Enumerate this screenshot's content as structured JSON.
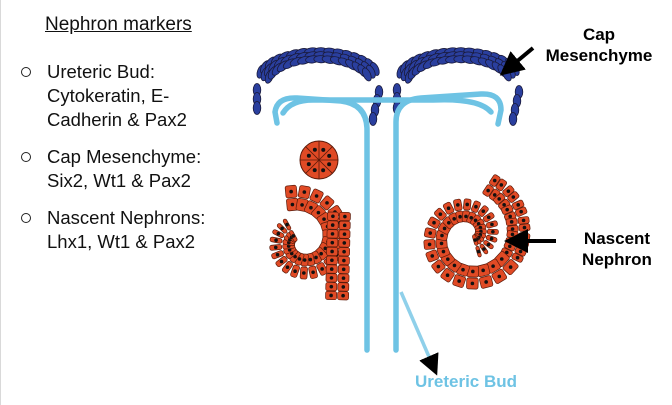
{
  "title": "Nephron markers",
  "markers": [
    {
      "lines": [
        "Ureteric Bud:",
        "Cytokeratin, E-",
        "Cadherin & Pax2"
      ]
    },
    {
      "lines": [
        "Cap Mesenchyme:",
        "Six2, Wt1 & Pax2"
      ]
    },
    {
      "lines": [
        "Nascent Nephrons:",
        "Lhx1, Wt1 & Pax2"
      ]
    }
  ],
  "labels": {
    "cap_mesenchyme": [
      "Cap",
      "Mesenchyme"
    ],
    "nascent_nephron": [
      "Nascent",
      "Nephron"
    ],
    "ureteric_bud": "Ureteric Bud"
  },
  "colors": {
    "cap_cells": "#2a3f9e",
    "nephron_cells": "#e04a25",
    "ureteric_bud": "#6ec3e4",
    "nucleus": "#111111"
  }
}
